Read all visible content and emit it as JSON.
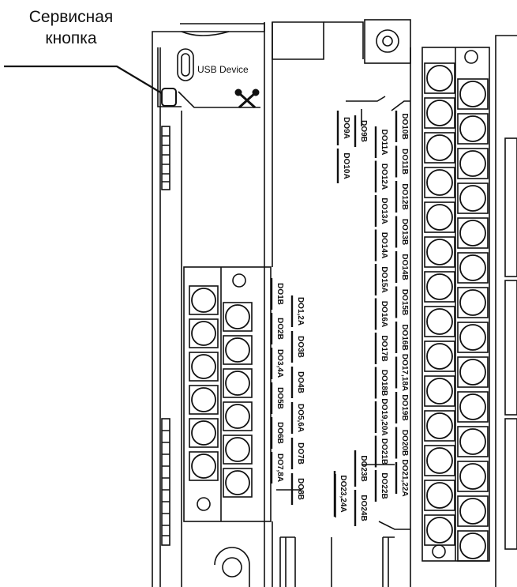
{
  "callout": {
    "line1": "Сервисная",
    "line2": "кнопка"
  },
  "usb_label": "USB Device",
  "icons": {
    "service": "tools-icon",
    "usb": "usb-port-icon"
  },
  "labels_right_A": [
    "DO9A",
    "DO10A"
  ],
  "labels_right_B": [
    "DO9B"
  ],
  "labels_right_col1": [
    "DO10B",
    "DO11B",
    "DO12B",
    "DO13B",
    "DO14B",
    "DO15B",
    "DO16B",
    "DO17,18A",
    "DO19B",
    "DO20B",
    "DO21,22A"
  ],
  "labels_right_col2": [
    "DO11A",
    "DO12A",
    "DO13A",
    "DO14A",
    "DO15A",
    "DO16A",
    "DO17B",
    "DO18B",
    "DO19,20A",
    "DO21B",
    "DO22B"
  ],
  "labels_right_bottom_A": [
    "DO23,24A"
  ],
  "labels_right_bottom_B": [
    "DO23B",
    "DO24B"
  ],
  "labels_left_col1": [
    "DO1B",
    "DO2B",
    "DO3,4A",
    "DO5B",
    "DO6B",
    "DO7,8A"
  ],
  "labels_left_col2": [
    "DO1,2A",
    "DO3B",
    "DO4B",
    "DO5,6A",
    "DO7B",
    "DO8B"
  ]
}
